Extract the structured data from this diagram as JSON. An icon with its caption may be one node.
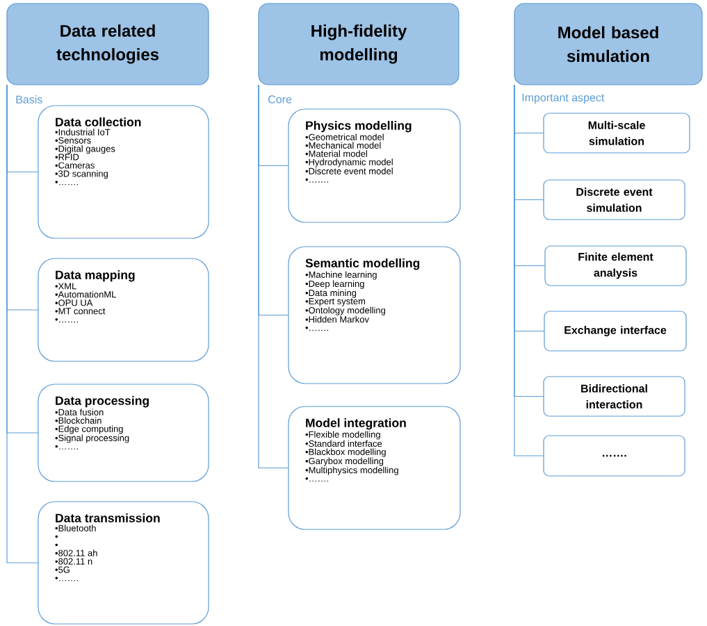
{
  "diagram": {
    "nodes": [
      {
        "text": [
          "Data related technologies"
        ]
      },
      {
        "text": [
          "Data collection",
          "•Industrial IoT",
          "•Sensors",
          "•Digital gauges",
          "•RFID",
          "•Cameras",
          "•3D scanning",
          "•……."
        ]
      },
      {
        "text": [
          "Data mapping",
          "•XML",
          "•AutomationML",
          "•OPU UA",
          "•MT connect",
          "•……."
        ]
      },
      {
        "text": [
          "Data processing",
          "•Data fusion",
          "•Blockchain",
          "•Edge computing",
          "•Signal processing",
          "•……."
        ]
      },
      {
        "text": [
          "Data transmission",
          "•Bluetooth",
          "•",
          "•",
          "•802.11 ah",
          "•802.11 n",
          "•5G",
          "•……."
        ]
      },
      {
        "text": [
          "High-fidelity modelling"
        ]
      },
      {
        "text": [
          "Physics modelling",
          "•Geometrical model",
          "•Mechanical model",
          "•Material model",
          "•Hydrodynamic model",
          "•Discrete event model",
          "•……."
        ]
      },
      {
        "text": [
          "Semantic modelling",
          "•Machine learning",
          "•Deep learning",
          "•Data mining",
          "•Expert system",
          "•Ontology modelling",
          "•Hidden Markov",
          "•……."
        ]
      },
      {
        "text": [
          "Model integration",
          "•Flexible modelling",
          "•Standard interface",
          "•Blackbox modelling",
          "•Garybox modelling",
          "•Multiphysics modelling",
          "•……."
        ]
      },
      {
        "text": [
          "Model based simulation"
        ]
      },
      {
        "text": [
          "Multi-scale simulation"
        ]
      },
      {
        "text": [
          "Discrete event simulation"
        ]
      },
      {
        "text": [
          "Finite element analysis"
        ]
      },
      {
        "text": [
          "Exchange interface"
        ]
      },
      {
        "text": [
          "Bidirectional interaction"
        ]
      },
      {
        "text": [
          "……."
        ]
      }
    ],
    "edges": [
      {
        "from": 0,
        "to": 1,
        "arrow": "none"
      },
      {
        "from": 0,
        "to": 2,
        "arrow": "none"
      },
      {
        "from": 0,
        "to": 3,
        "arrow": "none"
      },
      {
        "from": 0,
        "to": 4,
        "arrow": "none"
      },
      {
        "from": 5,
        "to": 6,
        "arrow": "none"
      },
      {
        "from": 5,
        "to": 7,
        "arrow": "none"
      },
      {
        "from": 5,
        "to": 8,
        "arrow": "none"
      },
      {
        "from": 9,
        "to": 10,
        "arrow": "none"
      },
      {
        "from": 9,
        "to": 11,
        "arrow": "none"
      },
      {
        "from": 9,
        "to": 12,
        "arrow": "none"
      },
      {
        "from": 9,
        "to": 13,
        "arrow": "none"
      },
      {
        "from": 9,
        "to": 14,
        "arrow": "none"
      },
      {
        "from": 9,
        "to": 15,
        "arrow": "none"
      }
    ],
    "labels": [
      "Basis",
      "Core",
      "Important aspect"
    ]
  }
}
